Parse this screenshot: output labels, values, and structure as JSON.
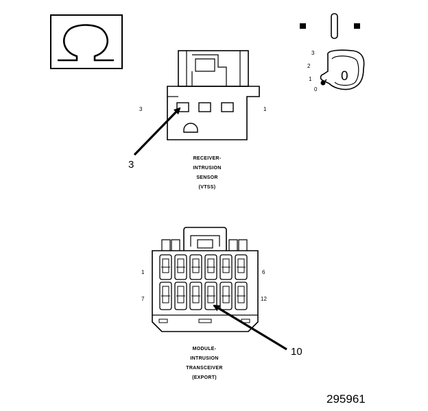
{
  "symbols": {
    "meter_icon": "ohm-symbol-icon",
    "ignition_icon": "ignition-key-switch-icon"
  },
  "ignition": {
    "positions": [
      "3",
      "2",
      "1",
      "0"
    ],
    "key_label": "0"
  },
  "sensor_connector": {
    "caption": [
      "RECEIVER-",
      "INTRUSION",
      "SENSOR",
      "(VTSS)"
    ],
    "pin_left": "3",
    "pin_right": "1",
    "callout": "3"
  },
  "module_connector": {
    "caption": [
      "MODULE-",
      "INTRUSION",
      "TRANSCEIVER",
      "(EXPORT)"
    ],
    "pin_top_left": "1",
    "pin_top_right": "6",
    "pin_bottom_left": "7",
    "pin_bottom_right": "12",
    "callout": "10"
  },
  "figure_id": "295961"
}
